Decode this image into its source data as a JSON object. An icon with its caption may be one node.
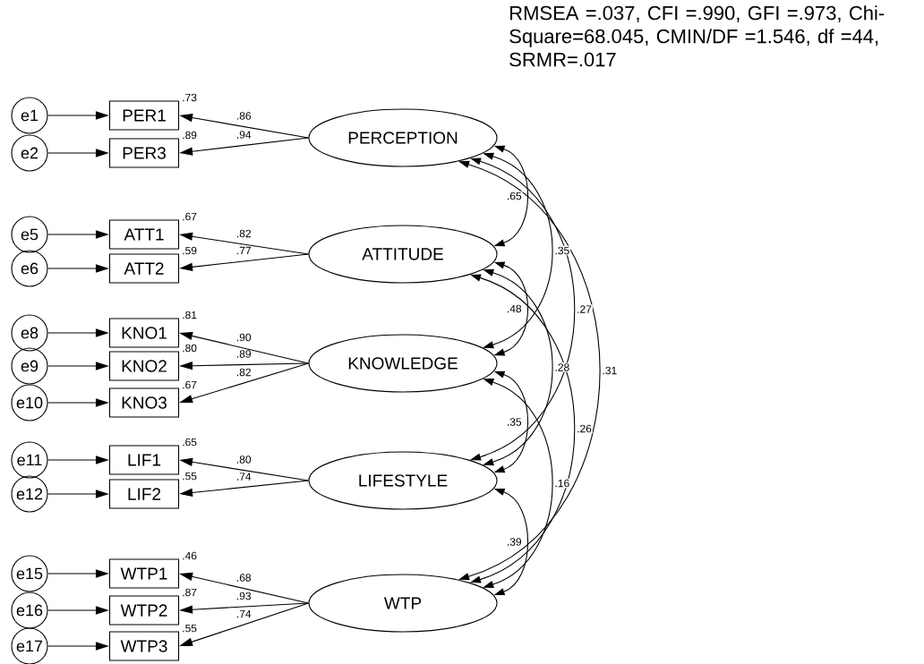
{
  "diagram": {
    "nodes": [
      {
        "text": [
          "PERCEPTION"
        ]
      },
      {
        "text": [
          "e1"
        ]
      },
      {
        "text": [
          "PER1"
        ],
        "beside": [
          ".73"
        ]
      },
      {
        "text": [
          "e2"
        ]
      },
      {
        "text": [
          "PER3"
        ],
        "beside": [
          ".89"
        ]
      },
      {
        "text": [
          "ATTITUDE"
        ]
      },
      {
        "text": [
          "e5"
        ]
      },
      {
        "text": [
          "ATT1"
        ],
        "beside": [
          ".67"
        ]
      },
      {
        "text": [
          "e6"
        ]
      },
      {
        "text": [
          "ATT2"
        ],
        "beside": [
          ".59"
        ]
      },
      {
        "text": [
          "KNOWLEDGE"
        ]
      },
      {
        "text": [
          "e8"
        ]
      },
      {
        "text": [
          "KNO1"
        ],
        "beside": [
          ".81"
        ]
      },
      {
        "text": [
          "e9"
        ]
      },
      {
        "text": [
          "KNO2"
        ],
        "beside": [
          ".80"
        ]
      },
      {
        "text": [
          "e10"
        ]
      },
      {
        "text": [
          "KNO3"
        ],
        "beside": [
          ".67"
        ]
      },
      {
        "text": [
          "LIFESTYLE"
        ]
      },
      {
        "text": [
          "e11"
        ]
      },
      {
        "text": [
          "LIF1"
        ],
        "beside": [
          ".65"
        ]
      },
      {
        "text": [
          "e12"
        ]
      },
      {
        "text": [
          "LIF2"
        ],
        "beside": [
          ".55"
        ]
      },
      {
        "text": [
          "WTP"
        ]
      },
      {
        "text": [
          "e15"
        ]
      },
      {
        "text": [
          "WTP1"
        ],
        "beside": [
          ".46"
        ]
      },
      {
        "text": [
          "e16"
        ]
      },
      {
        "text": [
          "WTP2"
        ],
        "beside": [
          ".87"
        ]
      },
      {
        "text": [
          "e17"
        ]
      },
      {
        "text": [
          "WTP3"
        ],
        "beside": [
          ".55"
        ]
      }
    ],
    "edges": [
      {
        "from": 1,
        "to": 2,
        "arrow": "to"
      },
      {
        "from": 0,
        "to": 2,
        "arrow": "to",
        "label": ".86"
      },
      {
        "from": 3,
        "to": 4,
        "arrow": "to"
      },
      {
        "from": 0,
        "to": 4,
        "arrow": "to",
        "label": ".94"
      },
      {
        "from": 6,
        "to": 7,
        "arrow": "to"
      },
      {
        "from": 5,
        "to": 7,
        "arrow": "to",
        "label": ".82"
      },
      {
        "from": 8,
        "to": 9,
        "arrow": "to"
      },
      {
        "from": 5,
        "to": 9,
        "arrow": "to",
        "label": ".77"
      },
      {
        "from": 11,
        "to": 12,
        "arrow": "to"
      },
      {
        "from": 10,
        "to": 12,
        "arrow": "to",
        "label": ".90"
      },
      {
        "from": 13,
        "to": 14,
        "arrow": "to"
      },
      {
        "from": 10,
        "to": 14,
        "arrow": "to",
        "label": ".89"
      },
      {
        "from": 15,
        "to": 16,
        "arrow": "to"
      },
      {
        "from": 10,
        "to": 16,
        "arrow": "to",
        "label": ".82"
      },
      {
        "from": 18,
        "to": 19,
        "arrow": "to"
      },
      {
        "from": 17,
        "to": 19,
        "arrow": "to",
        "label": ".80"
      },
      {
        "from": 20,
        "to": 21,
        "arrow": "to"
      },
      {
        "from": 17,
        "to": 21,
        "arrow": "to",
        "label": ".74"
      },
      {
        "from": 23,
        "to": 24,
        "arrow": "to"
      },
      {
        "from": 22,
        "to": 24,
        "arrow": "to",
        "label": ".68"
      },
      {
        "from": 25,
        "to": 26,
        "arrow": "to"
      },
      {
        "from": 22,
        "to": 26,
        "arrow": "to",
        "label": ".93"
      },
      {
        "from": 27,
        "to": 28,
        "arrow": "to"
      },
      {
        "from": 22,
        "to": 28,
        "arrow": "to",
        "label": ".74"
      },
      {
        "from": 0,
        "to": 5,
        "arrow": "both",
        "label": ".65"
      },
      {
        "from": 0,
        "to": 10,
        "arrow": "both",
        "label": ".35"
      },
      {
        "from": 0,
        "to": 17,
        "arrow": "both",
        "label": ".27"
      },
      {
        "from": 0,
        "to": 22,
        "arrow": "both",
        "label": ".31"
      },
      {
        "from": 5,
        "to": 10,
        "arrow": "both",
        "label": ".48"
      },
      {
        "from": 5,
        "to": 17,
        "arrow": "both",
        "label": ".28"
      },
      {
        "from": 5,
        "to": 22,
        "arrow": "both",
        "label": ".26"
      },
      {
        "from": 10,
        "to": 17,
        "arrow": "both",
        "label": ".35"
      },
      {
        "from": 10,
        "to": 22,
        "arrow": "both",
        "label": ".16"
      },
      {
        "from": 17,
        "to": 22,
        "arrow": "both",
        "label": ".39"
      }
    ],
    "labels": [
      "RMSEA =.037, CFI =.990, GFI =.973, Chi-Square=68.045, CMIN/DF =1.546, df =44, SRMR=.017"
    ]
  }
}
